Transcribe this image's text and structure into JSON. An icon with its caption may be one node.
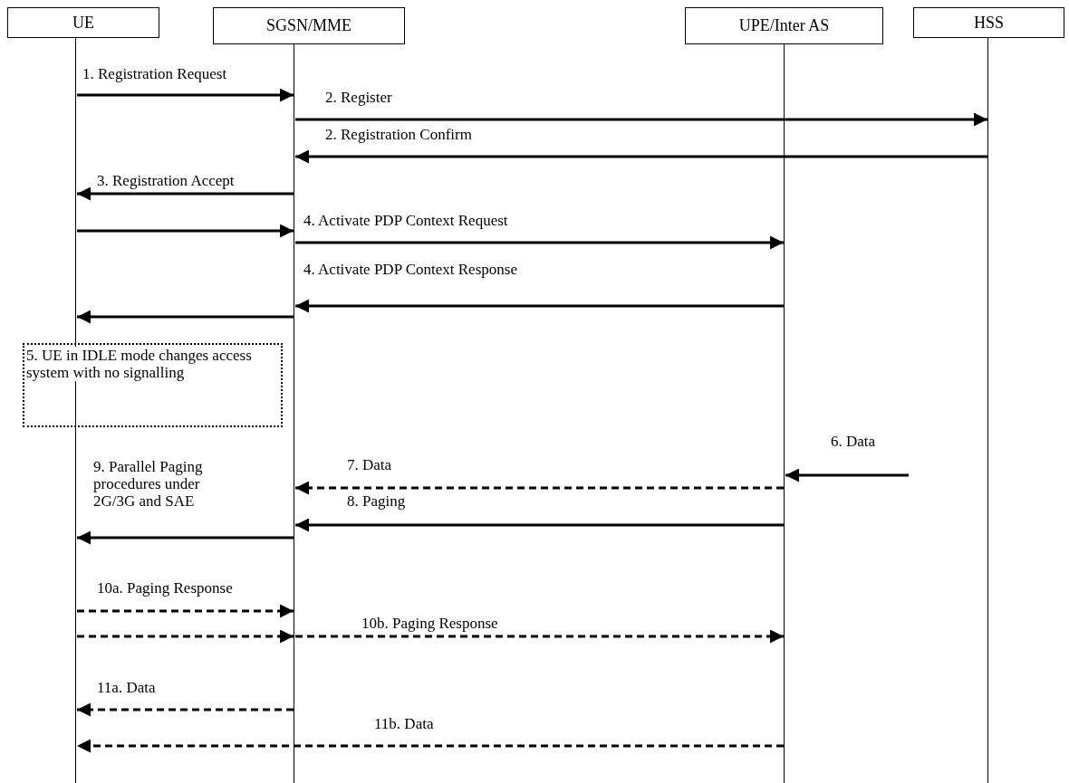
{
  "diagram": {
    "nodes": [
      {
        "text": [
          "UE"
        ]
      },
      {
        "text": [
          "SGSN/MME"
        ]
      },
      {
        "text": [
          "UPE/Inter AS"
        ]
      },
      {
        "text": [
          "HSS"
        ]
      },
      {
        "text": [],
        "shape": "bar"
      },
      {
        "text": [],
        "shape": "bar"
      },
      {
        "text": [],
        "shape": "bar"
      },
      {
        "text": [],
        "shape": "bar"
      },
      {
        "text": [
          "5. UE in IDLE mode changes access system with no signalling"
        ]
      }
    ],
    "edges": [
      {
        "from": 4,
        "to": 5,
        "arrow": "to",
        "label": "1. Registration Request"
      },
      {
        "from": 5,
        "to": 7,
        "arrow": "to",
        "label": "2. Register"
      },
      {
        "from": 7,
        "to": 5,
        "arrow": "to",
        "label": "2. Registration Confirm"
      },
      {
        "from": 5,
        "to": 4,
        "arrow": "to",
        "label": "3. Registration Accept"
      },
      {
        "from": 4,
        "to": 5,
        "arrow": "to"
      },
      {
        "from": 5,
        "to": 6,
        "arrow": "to",
        "label": "4. Activate PDP Context Request"
      },
      {
        "from": 6,
        "to": 5,
        "arrow": "to",
        "label": "4. Activate PDP Context Response"
      },
      {
        "from": 5,
        "to": 4,
        "arrow": "to"
      },
      {
        "from": null,
        "to": 6,
        "arrow": "to",
        "label": "6. Data"
      },
      {
        "from": 6,
        "to": 5,
        "arrow": "to",
        "label": "7. Data",
        "style": "dashed"
      },
      {
        "from": 6,
        "to": 5,
        "arrow": "to",
        "label": "8. Paging"
      },
      {
        "from": 5,
        "to": 4,
        "arrow": "to",
        "label": "9. Parallel Paging procedures under 2G/3G and SAE"
      },
      {
        "from": 4,
        "to": 5,
        "arrow": "to",
        "label": "10a. Paging Response",
        "style": "dashed"
      },
      {
        "from": 4,
        "to": 5,
        "arrow": "to",
        "style": "dashed"
      },
      {
        "from": 5,
        "to": 6,
        "arrow": "to",
        "label": "10b. Paging Response",
        "style": "dashed"
      },
      {
        "from": 5,
        "to": 4,
        "arrow": "to",
        "label": "11a. Data",
        "style": "dashed"
      },
      {
        "from": 6,
        "to": 4,
        "arrow": "to",
        "label": "11b. Data",
        "style": "dashed"
      }
    ]
  }
}
